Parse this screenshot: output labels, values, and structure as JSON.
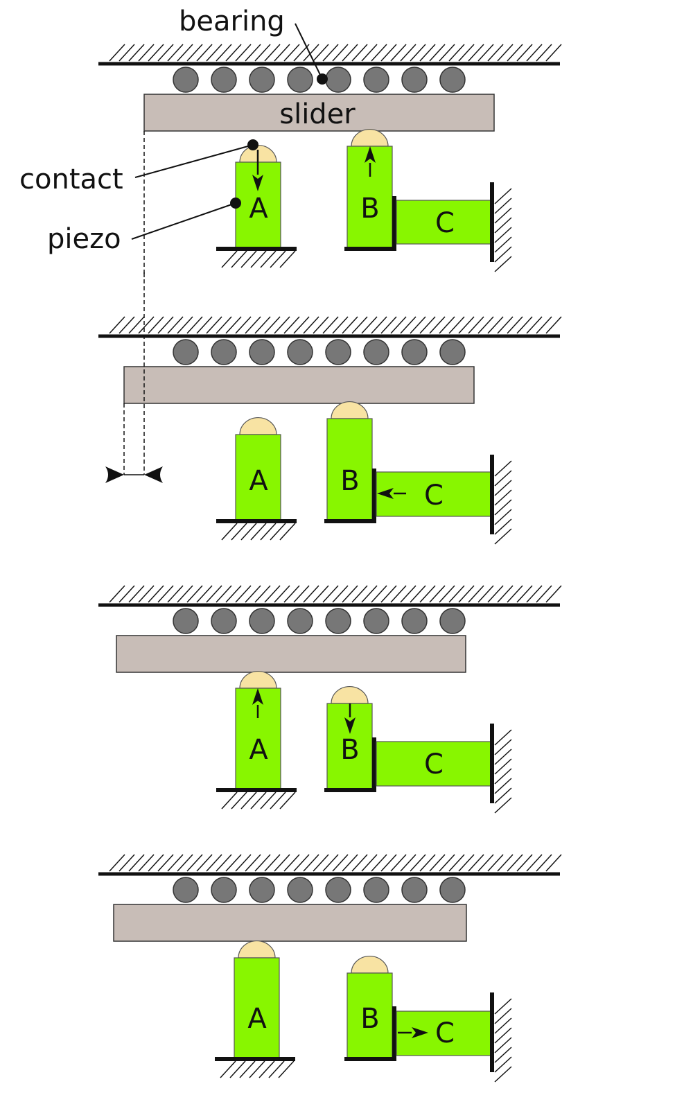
{
  "labels": {
    "bearing": "bearing",
    "slider": "slider",
    "contact": "contact",
    "piezo": "piezo",
    "piezo_a": "A",
    "piezo_b": "B",
    "piezo_c": "C"
  },
  "colors": {
    "piezo": "#88f600",
    "contact": "#f8e3a3",
    "slider": "#c8bdb7",
    "bearing": "#777777",
    "line": "#111111"
  },
  "stages": [
    {
      "step": 1,
      "a_motion": "down",
      "b_motion": "up",
      "c_motion": "none",
      "a_extended": false,
      "b_extended": true,
      "c_extended": false
    },
    {
      "step": 2,
      "a_motion": "none",
      "b_motion": "none",
      "c_motion": "left",
      "a_extended": false,
      "b_extended": true,
      "c_extended": true,
      "shows_displacement": true
    },
    {
      "step": 3,
      "a_motion": "up",
      "b_motion": "down",
      "c_motion": "none",
      "a_extended": true,
      "b_extended": false,
      "c_extended": true
    },
    {
      "step": 4,
      "a_motion": "none",
      "b_motion": "none",
      "c_motion": "right",
      "a_extended": true,
      "b_extended": false,
      "c_extended": false
    }
  ]
}
